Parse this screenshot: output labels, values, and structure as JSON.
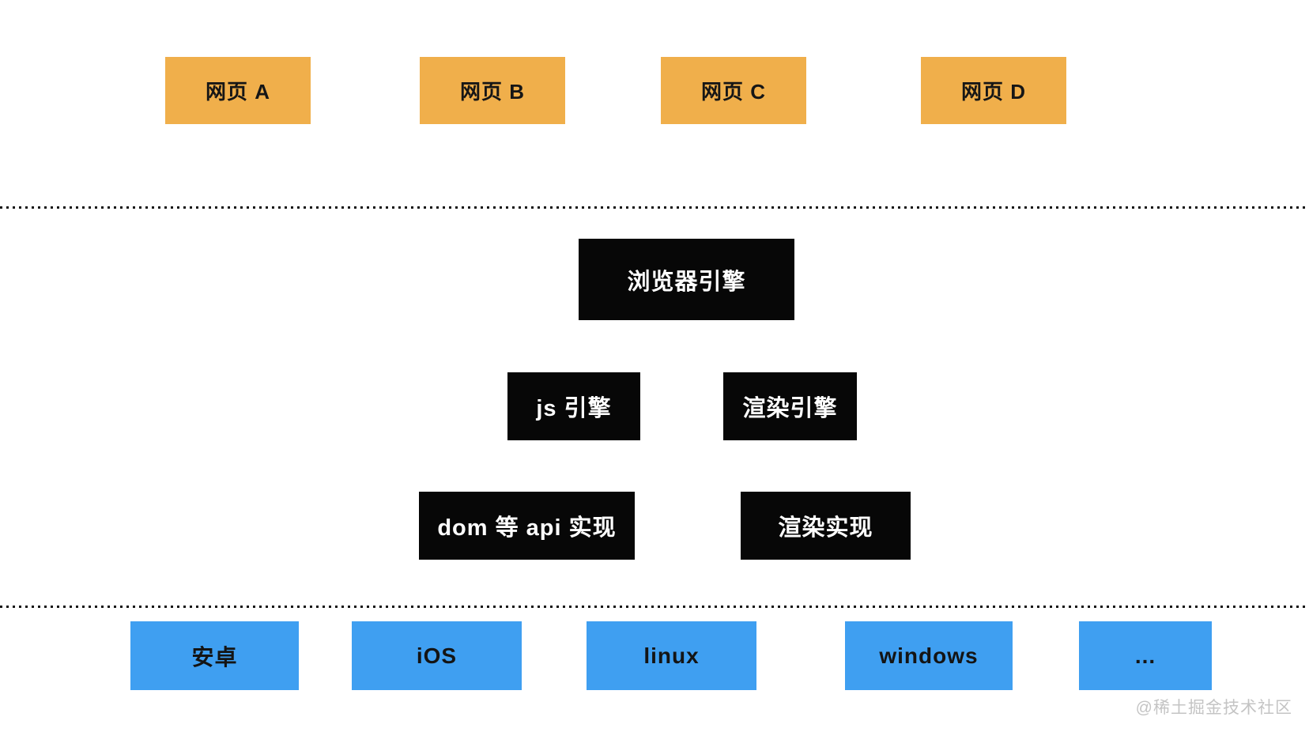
{
  "diagram": {
    "webpages": [
      {
        "label": "网页 A"
      },
      {
        "label": "网页 B"
      },
      {
        "label": "网页 C"
      },
      {
        "label": "网页 D"
      }
    ],
    "browser_engine": {
      "label": "浏览器引擎"
    },
    "engine_components": [
      {
        "label": "js 引擎"
      },
      {
        "label": "渲染引擎"
      }
    ],
    "implementations": [
      {
        "label": "dom 等 api 实现"
      },
      {
        "label": "渲染实现"
      }
    ],
    "platforms": [
      {
        "label": "安卓"
      },
      {
        "label": "iOS"
      },
      {
        "label": "linux"
      },
      {
        "label": "windows"
      },
      {
        "label": "..."
      }
    ],
    "watermark": "@稀土掘金技术社区"
  },
  "colors": {
    "background": "#ffffff",
    "webpage_box": "#F0AF4B",
    "webpage_text": "#161616",
    "engine_box": "#070707",
    "engine_text": "#ffffff",
    "platform_box": "#3F9FF1",
    "platform_text": "#141414",
    "separator_dots": "#141414",
    "watermark_text": "#c4c4c4"
  }
}
